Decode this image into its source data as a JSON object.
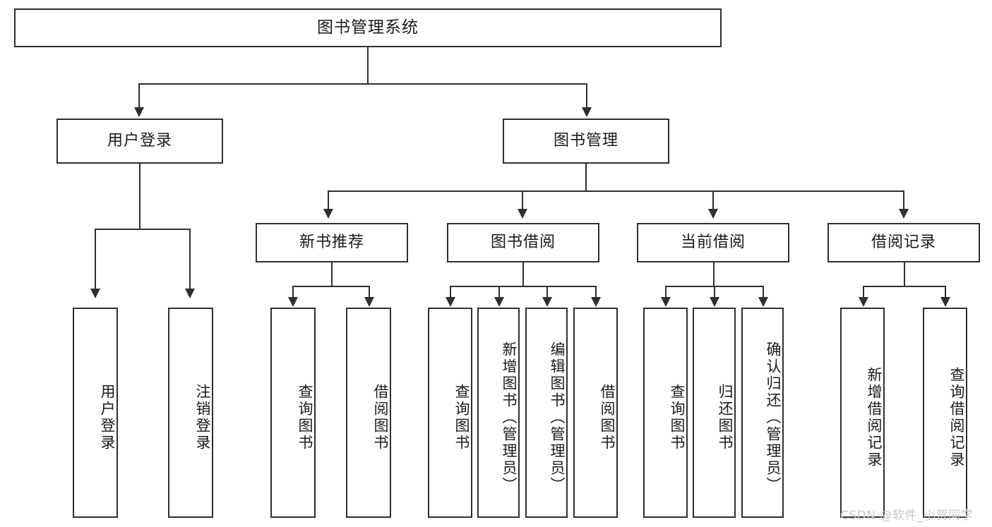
{
  "diagram": {
    "type": "tree-hierarchy",
    "title": "图书管理系统",
    "watermark": "CSDN @软件_小贺同学",
    "colors": {
      "stroke": "#2f2f2f",
      "background": "#ffffff",
      "text": "#1a1a1a",
      "watermark": "#c9c9c9"
    },
    "levels": {
      "level1": [
        {
          "label": "图书管理系统"
        }
      ],
      "level2": [
        {
          "label": "用户登录"
        },
        {
          "label": "图书管理"
        }
      ],
      "level3": [
        {
          "label": "新书推荐"
        },
        {
          "label": "图书借阅"
        },
        {
          "label": "当前借阅"
        },
        {
          "label": "借阅记录"
        }
      ],
      "level4": [
        {
          "label": "用户登录",
          "parent": "用户登录"
        },
        {
          "label": "注销登录",
          "parent": "用户登录"
        },
        {
          "label": "查询图书",
          "parent": "新书推荐"
        },
        {
          "label": "借阅图书",
          "parent": "新书推荐"
        },
        {
          "label": "查询图书",
          "parent": "图书借阅"
        },
        {
          "label": "新增图书（管理员）",
          "parent": "图书借阅"
        },
        {
          "label": "编辑图书（管理员）",
          "parent": "图书借阅"
        },
        {
          "label": "借阅图书",
          "parent": "图书借阅"
        },
        {
          "label": "查询图书",
          "parent": "当前借阅"
        },
        {
          "label": "归还图书",
          "parent": "当前借阅"
        },
        {
          "label": "确认归还（管理员）",
          "parent": "当前借阅"
        },
        {
          "label": "新增借阅记录",
          "parent": "借阅记录"
        },
        {
          "label": "查询借阅记录",
          "parent": "借阅记录"
        }
      ]
    }
  }
}
